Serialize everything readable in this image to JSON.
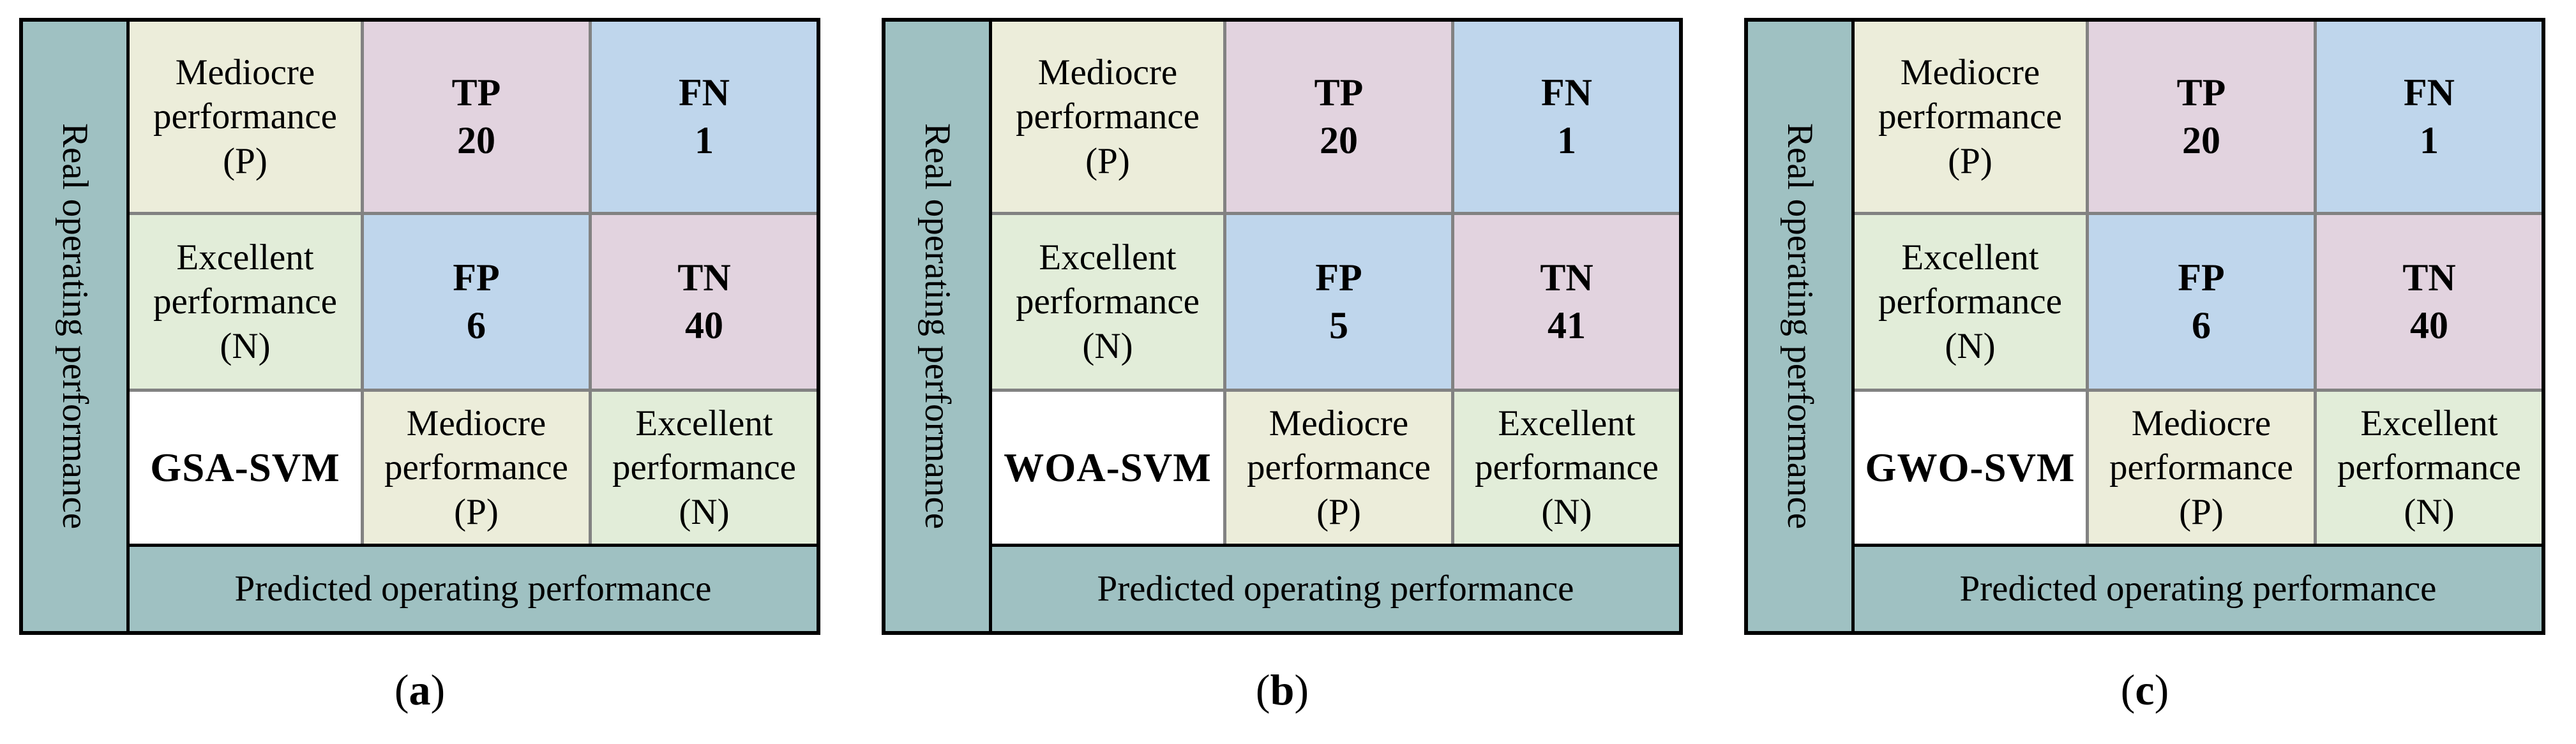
{
  "figure": {
    "left_axis_label": "Real operating performance",
    "bottom_axis_label": "Predicted operating performance",
    "class_labels": {
      "positive": "Mediocre\nperformance\n(P)",
      "negative": "Excellent\nperformance\n(N)"
    }
  },
  "panels": [
    {
      "model": "GSA-SVM",
      "tp": "TP\n20",
      "fn": "FN\n1",
      "fp": "FP\n6",
      "tn": "TN\n40",
      "caption": {
        "open": "(",
        "letter": "a",
        "close": ")"
      }
    },
    {
      "model": "WOA-SVM",
      "tp": "TP\n20",
      "fn": "FN\n1",
      "fp": "FP\n5",
      "tn": "TN\n41",
      "caption": {
        "open": "(",
        "letter": "b",
        "close": ")"
      }
    },
    {
      "model": "GWO-SVM",
      "tp": "TP\n20",
      "fn": "FN\n1",
      "fp": "FP\n6",
      "tn": "TN\n40",
      "caption": {
        "open": "(",
        "letter": "c",
        "close": ")"
      }
    }
  ],
  "colors": {
    "teal": "#9FC1C2",
    "beige": "#ECEDDA",
    "green": "#E2EDD9",
    "pink": "#E2D3DF",
    "blue": "#BFD6EC",
    "grid_line": "#828282",
    "border": "#000000",
    "model_cell": "#FFFFFF",
    "text": "#000000",
    "page_bg": "#FFFFFF"
  },
  "chart_data": [
    {
      "type": "table",
      "title": "GSA-SVM",
      "row_axis": "Real operating performance",
      "col_axis": "Predicted operating performance",
      "classes": [
        "Mediocre performance (P)",
        "Excellent performance (N)"
      ],
      "TP": 20,
      "FN": 1,
      "FP": 6,
      "TN": 40
    },
    {
      "type": "table",
      "title": "WOA-SVM",
      "row_axis": "Real operating performance",
      "col_axis": "Predicted operating performance",
      "classes": [
        "Mediocre performance (P)",
        "Excellent performance (N)"
      ],
      "TP": 20,
      "FN": 1,
      "FP": 5,
      "TN": 41
    },
    {
      "type": "table",
      "title": "GWO-SVM",
      "row_axis": "Real operating performance",
      "col_axis": "Predicted operating performance",
      "classes": [
        "Mediocre performance (P)",
        "Excellent performance (N)"
      ],
      "TP": 20,
      "FN": 1,
      "FP": 6,
      "TN": 40
    }
  ]
}
